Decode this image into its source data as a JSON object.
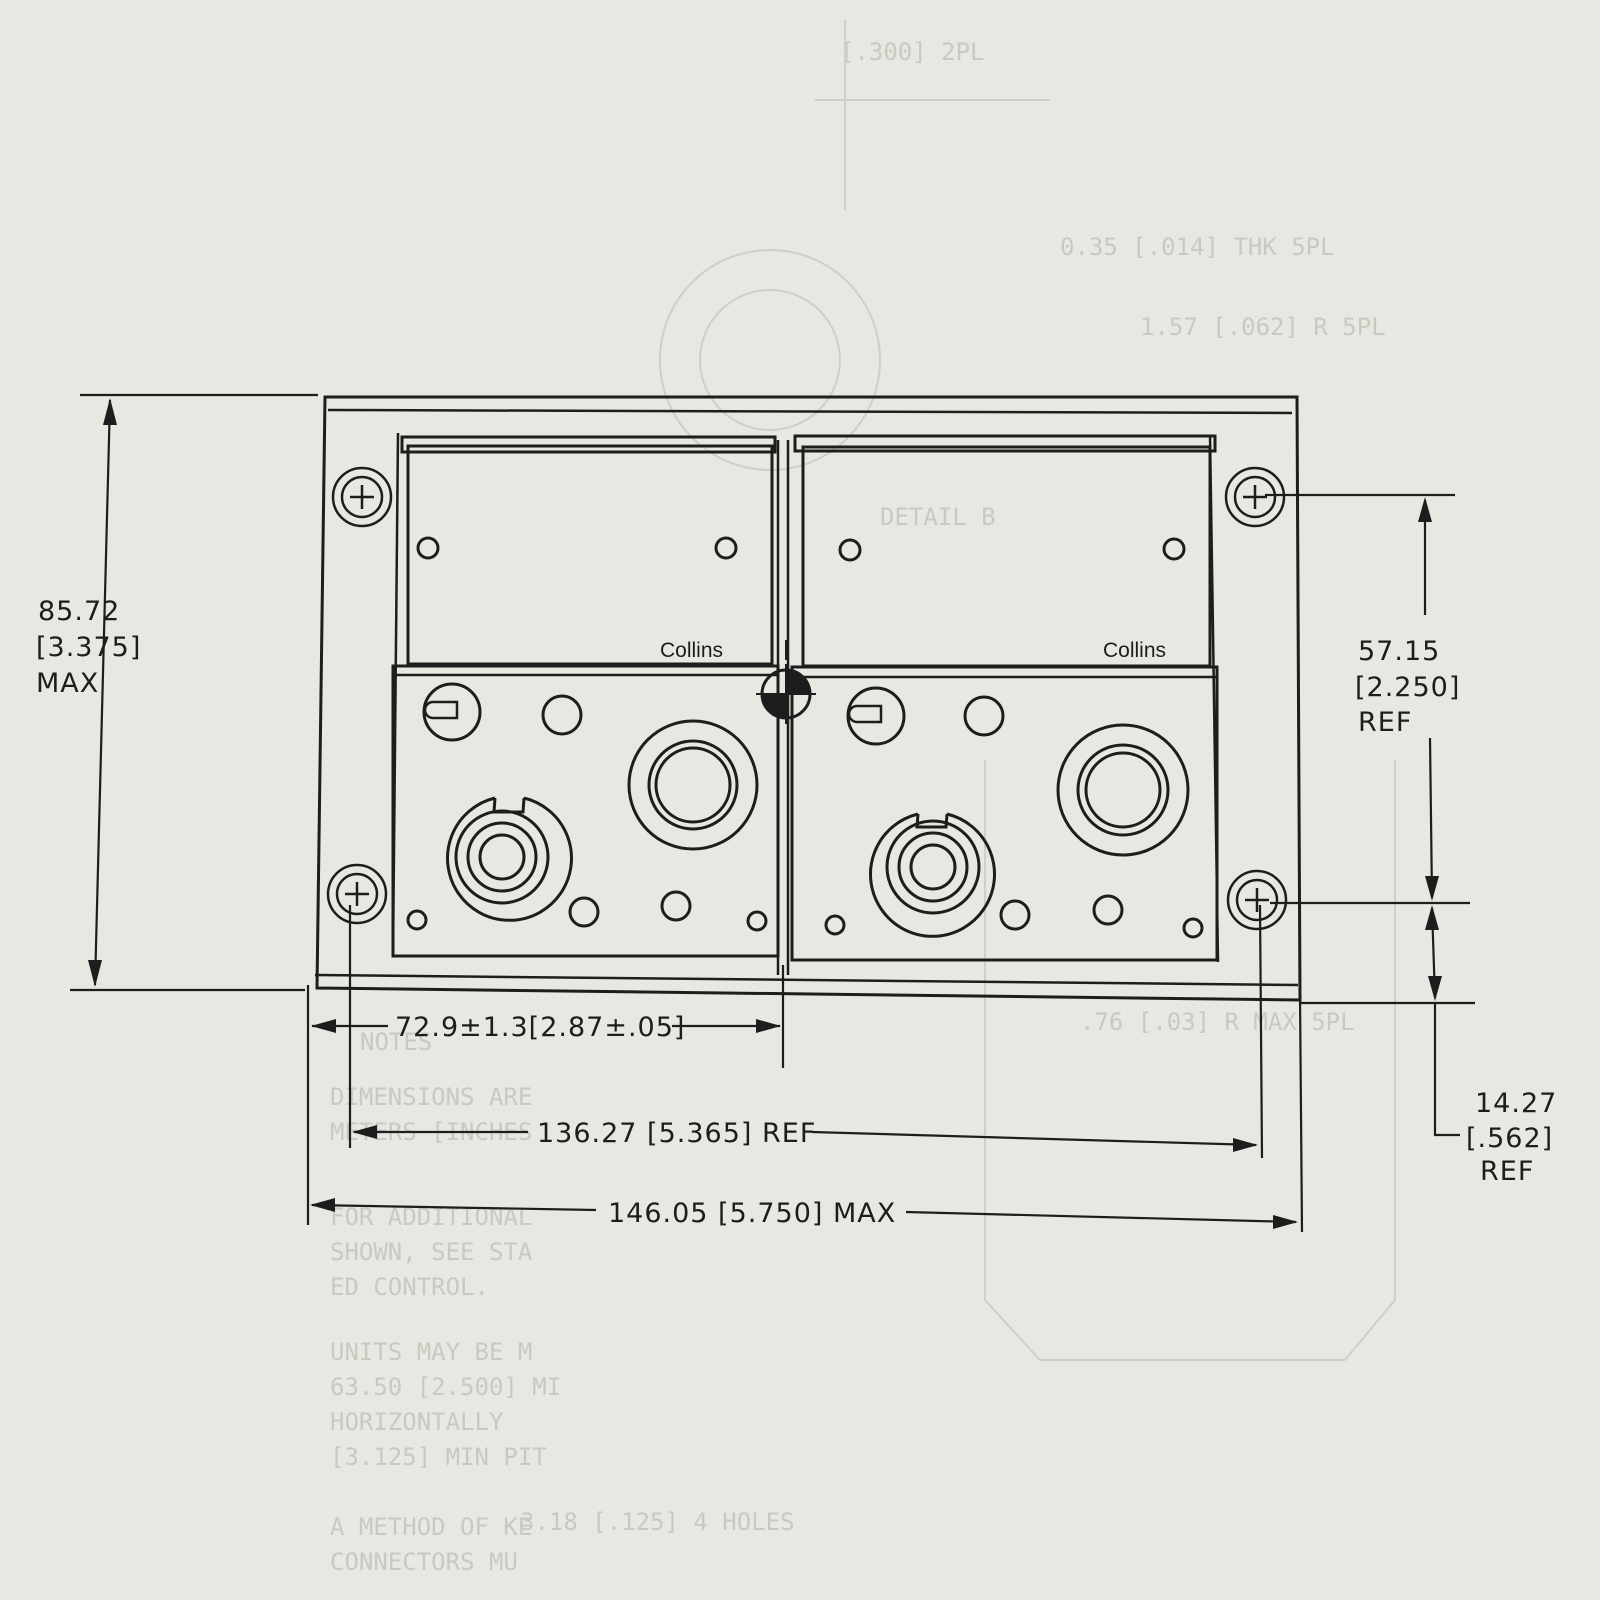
{
  "panel": {
    "brand_left": "Collins",
    "brand_right": "Collins"
  },
  "dimensions": {
    "height_value": "85.72",
    "height_inches": "[3.375]",
    "height_note": "MAX",
    "mount_height_value": "57.15",
    "mount_height_inches": "[2.250]",
    "mount_height_note": "REF",
    "bottom_offset_value": "14.27",
    "bottom_offset_inches": "[.562]",
    "bottom_offset_note": "REF",
    "center_width": "72.9±1.3[2.87±.05]",
    "mount_width": "136.27 [5.365] REF",
    "overall_width": "146.05 [5.750] MAX"
  },
  "background_notes": {
    "notes_heading": "NOTES",
    "note_1": "DIMENSIONS ARE",
    "note_1b": "METERS [INCHES",
    "note_2": "FOR ADDITIONAL",
    "note_2b": "SHOWN, SEE STA",
    "note_2c": "ED CONTROL.",
    "note_3": "UNITS MAY BE M",
    "note_3b": "63.50 [2.500] MI",
    "note_3c": "HORIZONTALLY",
    "note_3d": "[3.125] MIN PIT",
    "note_4": "A METHOD OF KE",
    "note_4b": "CONNECTORS MU",
    "detail_b": "DETAIL B",
    "holes": "3.18 [.125] 4 HOLES",
    "thk": "0.35 [.014] THK 5PL",
    "r_note": "1.57 [.062] R 5PL",
    "r_max": ".76 [.03] R MAX 5PL",
    "top_note": "[.300] 2PL"
  },
  "colors": {
    "paper": "#e8e7e1",
    "ink": "#1d1d1d",
    "ghost": "#c9c8c1"
  }
}
